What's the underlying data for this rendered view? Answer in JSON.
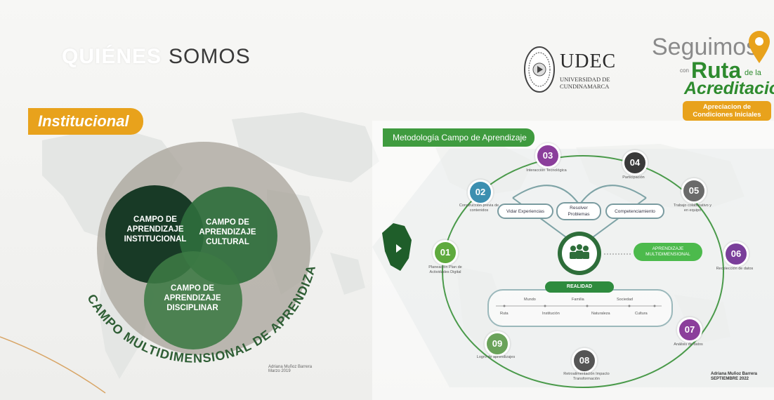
{
  "header": {
    "title_word1": "QUIÉNES",
    "title_word2": "SOMOS"
  },
  "logos": {
    "udec_name": "UDEC",
    "udec_sub_line1": "UNIVERSIDAD DE",
    "udec_sub_line2": "CUNDINAMARCA",
    "seguimos": "Seguimos",
    "con": "con",
    "ruta": "Ruta",
    "dela": "de la",
    "acreditacion": "Acreditación",
    "badge_line1": "Apreciacion de",
    "badge_line2": "Condiciones Iniciales"
  },
  "left": {
    "tag": "Institucional",
    "circle1_l1": "CAMPO DE",
    "circle1_l2": "APRENDIZAJE",
    "circle1_l3": "INSTITUCIONAL",
    "circle2_l1": "CAMPO DE",
    "circle2_l2": "APRENDIZAJE",
    "circle2_l3": "CULTURAL",
    "circle3_l1": "CAMPO DE",
    "circle3_l2": "APRENDIZAJE",
    "circle3_l3": "DISCIPLINAR",
    "arc_text": "CAMPO MULTIDIMENSIONAL DE APRENDIZAJE",
    "signature_l1": "Adriana Muñoz Barrera",
    "signature_l2": "Marzo 2019"
  },
  "right": {
    "tag": "Metodología Campo de Aprendizaje",
    "steps": [
      {
        "num": "01",
        "label": "Planeación Plan de Actividades Digital"
      },
      {
        "num": "02",
        "label": "Construcción previa de contenidos"
      },
      {
        "num": "03",
        "label": "Interacción Tecnológica"
      },
      {
        "num": "04",
        "label": "Participación"
      },
      {
        "num": "05",
        "label": "Trabajo colaborativo y en equipo"
      },
      {
        "num": "06",
        "label": "Recolección de datos"
      },
      {
        "num": "07",
        "label": "Análisis de datos"
      },
      {
        "num": "08",
        "label": "Retroalimentación Impacto Transformación"
      },
      {
        "num": "09",
        "label": "Logro de aprendizajes"
      }
    ],
    "pill_left": "Vidar Experiencias",
    "pill_mid_l1": "Resolver",
    "pill_mid_l2": "Problemas",
    "pill_right": "Competenciamiento",
    "green_l1": "APRENDIZAJE",
    "green_l2": "MULTIDIMENSIONAL",
    "realidad": "REALIDAD",
    "real_top": [
      "Mundo",
      "Familia",
      "Sociedad"
    ],
    "real_bottom": [
      "Ruta",
      "Institución",
      "Naturaleza",
      "Cultura"
    ],
    "signature_l1": "Adriana Muñoz Barrera",
    "signature_l2": "SEPTIEMBRE 2022"
  }
}
